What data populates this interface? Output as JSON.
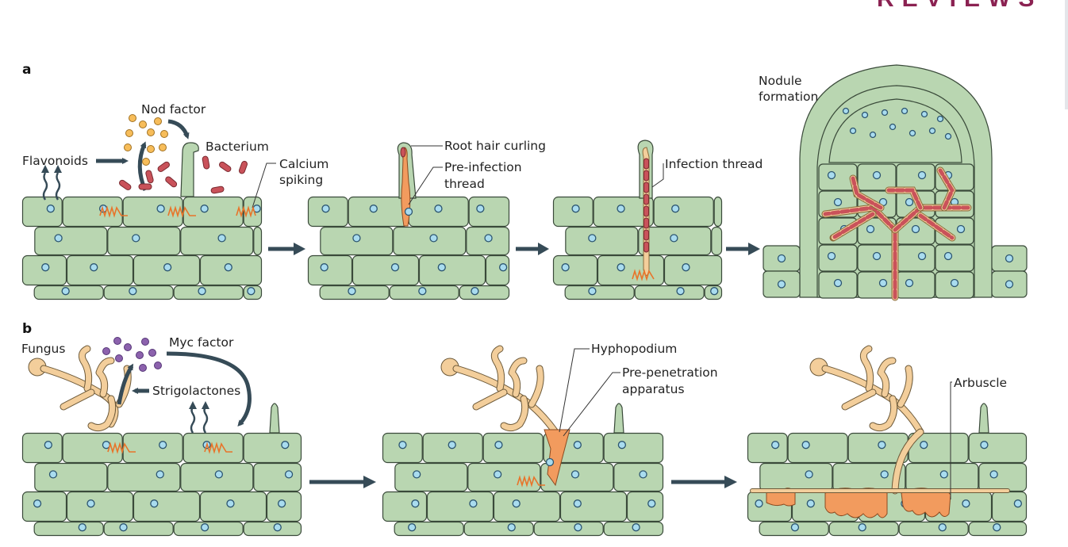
{
  "header": {
    "journal_label": "REVIEWS"
  },
  "colors": {
    "cell_fill": "#b9d6b1",
    "nucleus_fill": "#a9dcef",
    "bacterium": "#c9525a",
    "nod_factor": "#f7bd5a",
    "myc_factor": "#8c62ad",
    "hypha": "#f3ce9b",
    "infection": "#f29b5e",
    "calcium_spiking": "#e8742a",
    "arrow": "#364b57",
    "journal": "#8b2252"
  },
  "panel_a": {
    "label": "a",
    "labels": {
      "nod_factor": "Nod factor",
      "flavonoids": "Flavonoids",
      "bacterium": "Bacterium",
      "calcium_spiking_1": "Calcium",
      "calcium_spiking_2": "spiking",
      "root_hair_curling": "Root hair curling",
      "pre_infection_1": "Pre-infection",
      "pre_infection_2": "thread",
      "infection_thread": "Infection thread",
      "nodule_1": "Nodule",
      "nodule_2": "formation"
    }
  },
  "panel_b": {
    "label": "b",
    "labels": {
      "fungus": "Fungus",
      "myc_factor": "Myc factor",
      "strigolactones": "Strigolactones",
      "hyphopodium": "Hyphopodium",
      "pre_penetration_1": "Pre-penetration",
      "pre_penetration_2": "apparatus",
      "arbuscle": "Arbuscle"
    }
  }
}
